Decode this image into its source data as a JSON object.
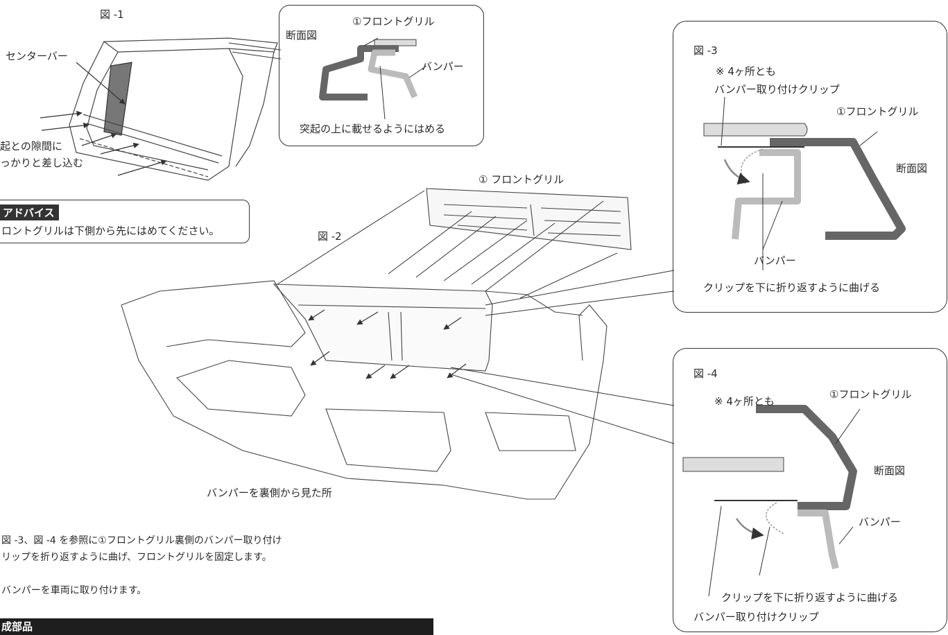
{
  "fig1": {
    "title": "図 -1",
    "center_bar_label": "センターバー",
    "gap_note_line1": "起との隙間に",
    "gap_note_line2": "っかりと差し込む"
  },
  "fig1_callout": {
    "section_label": "断面図",
    "grille_label": "①フロントグリル",
    "bumper_label": "バンパー",
    "note": "突起の上に載せるようにはめる"
  },
  "advice": {
    "tag": "アドバイス",
    "text": "ロントグリルは下側から先にはめてください。"
  },
  "fig2": {
    "title": "図 -2",
    "grille_label": "① フロントグリル",
    "caption": "バンパーを裏側から見た所"
  },
  "fig3": {
    "title": "図 -3",
    "note": "※ 4ヶ所とも",
    "clip_label": "バンパー取り付けクリップ",
    "grille_label": "①フロントグリル",
    "section_label": "断面図",
    "bumper_label": "バンパー",
    "instruction": "クリップを下に折り返すように曲げる"
  },
  "fig4": {
    "title": "図 -4",
    "note": "※ 4ヶ所とも",
    "grille_label": "①フロントグリル",
    "section_label": "断面図",
    "bumper_label": "バンパー",
    "instruction": "クリップを下に折り返すように曲げる",
    "clip_label": "バンパー取り付けクリップ"
  },
  "steps": {
    "step_a_line1": "図 -3、図 -4 を参照に①フロントグリル裏側のバンパー取り付け",
    "step_a_line2": "リップを折り返すように曲げ、フロントグリルを固定します。",
    "step_b": "バンパーを車両に取り付けます。"
  },
  "footer": {
    "heading": "成部品"
  }
}
